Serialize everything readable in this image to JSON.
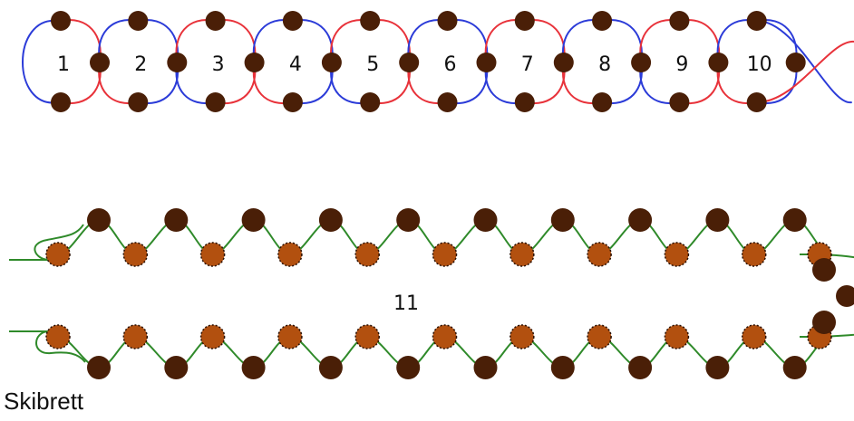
{
  "caption": "Skibrett",
  "colors": {
    "bead_dark": "#4a1f07",
    "bead_light": "#b2500f",
    "thread_red": "#e8323a",
    "thread_blue": "#2b3bd8",
    "thread_green": "#2f8a2a",
    "text": "#111111"
  },
  "top_row": {
    "step_labels": [
      "1",
      "2",
      "3",
      "4",
      "5",
      "6",
      "7",
      "8",
      "9",
      "10"
    ]
  },
  "bottom_row": {
    "step_label": "11"
  }
}
